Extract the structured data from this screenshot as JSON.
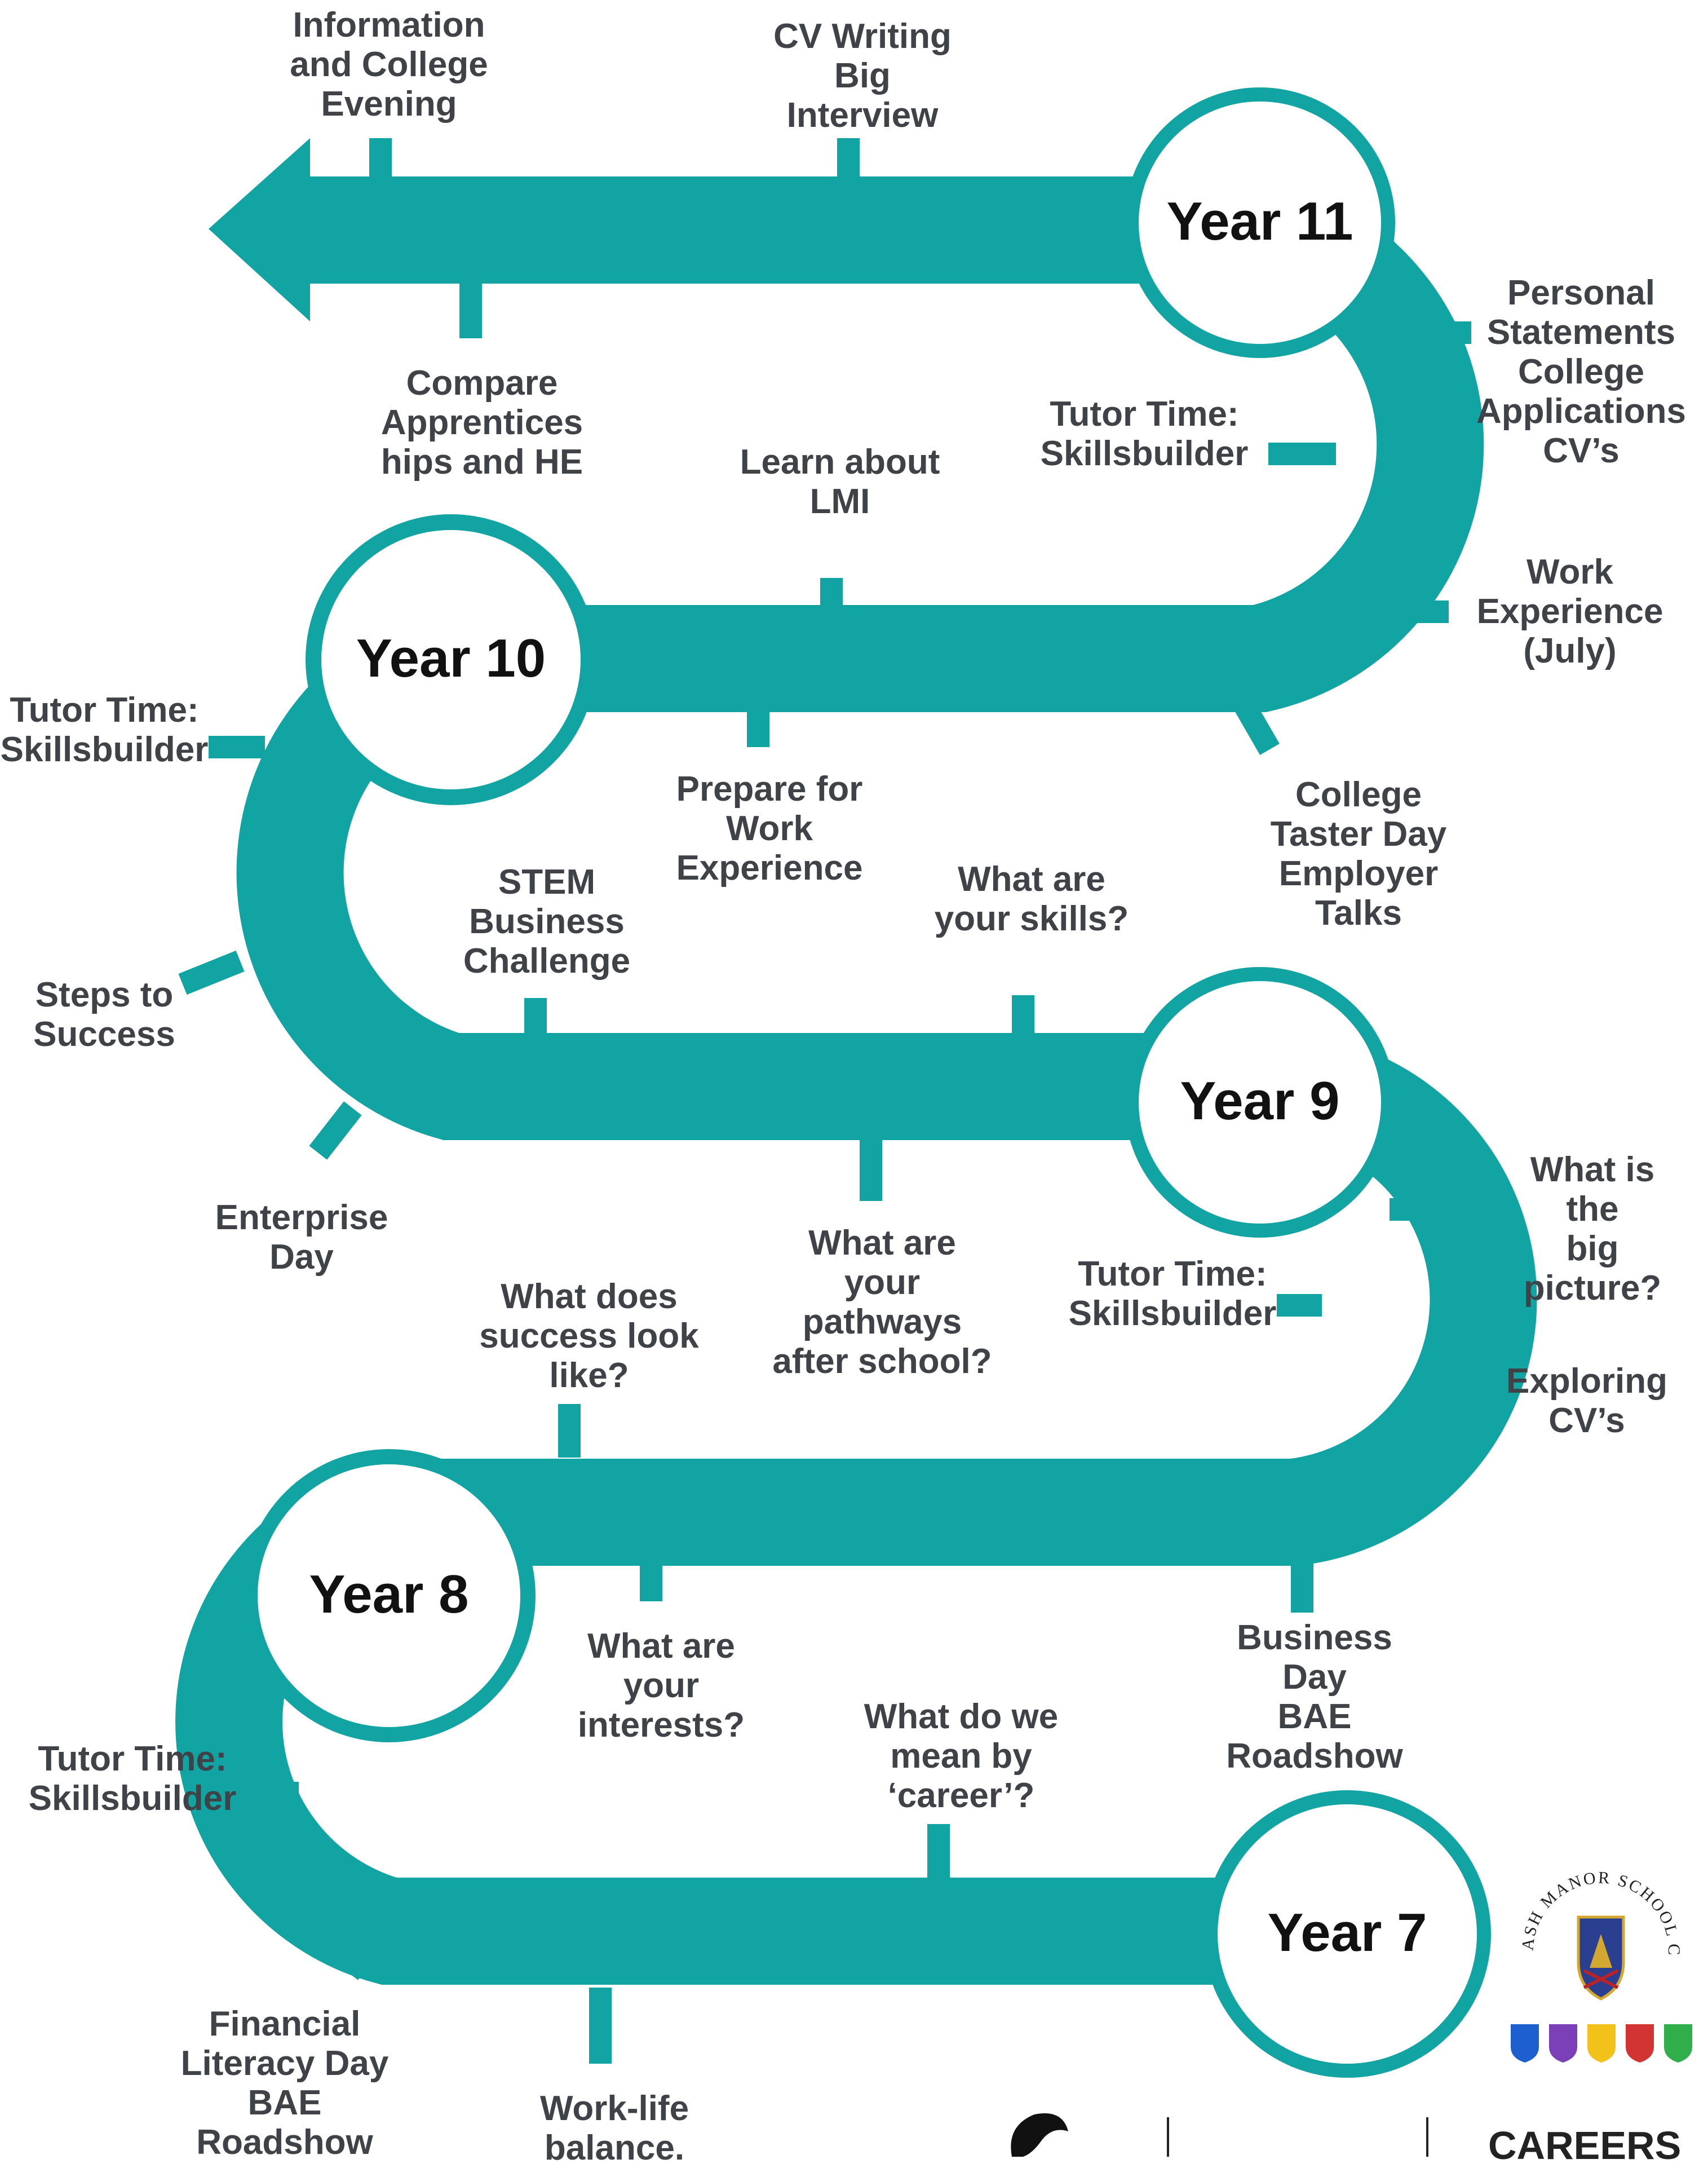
{
  "years": {
    "y11": "Year 11",
    "y10": "Year 10",
    "y9": "Year 9",
    "y8": "Year 8",
    "y7": "Year 7"
  },
  "milestones": {
    "info_college_evening": "Information\nand College\nEvening",
    "cv_big_interview": "CV Writing\nBig\nInterview",
    "compare_apprenticeships": "Compare\nApprentices\nhips and HE",
    "tutor_time_y11": "Tutor Time:\nSkillsbuilder",
    "personal_statements": "Personal\nStatements\nCollege\nApplications\nCV’s",
    "learn_lmi": "Learn about\nLMI",
    "work_experience_july": "Work\nExperience\n(July)",
    "tutor_time_y10": "Tutor Time:\nSkillsbuilder",
    "prepare_work_experience": "Prepare for\nWork\nExperience",
    "college_taster": "College\nTaster Day\nEmployer\nTalks",
    "stem_challenge": "STEM\nBusiness\nChallenge",
    "what_skills": "What are\nyour skills?",
    "steps_to_success": "Steps to\nSuccess",
    "enterprise_day": "Enterprise\nDay",
    "big_picture": "What is the\nbig picture?",
    "pathways": "What are\nyour\npathways\nafter school?",
    "tutor_time_y9": "Tutor Time:\nSkillsbuilder",
    "success_look_like": "What does\nsuccess look\nlike?",
    "exploring_cvs": "Exploring\nCV’s",
    "interests": "What are\nyour\ninterests?",
    "business_day": "Business\nDay\nBAE\nRoadshow",
    "meaning_career": "What do we\nmean by\n‘career’?",
    "tutor_time_y8": "Tutor Time:\nSkillsbuilder",
    "financial_literacy": "Financial\nLiteracy Day\nBAE\nRoadshow",
    "work_life_balance": "Work-life\nbalance."
  },
  "logo": {
    "ring_text": "ASH MANOR SCHOOL CAREERS"
  },
  "footer": {
    "careers_text": "CAREERS"
  },
  "colors": {
    "road": "#12A3A3",
    "text": "#3f4247",
    "circle_fill": "#ffffff"
  }
}
